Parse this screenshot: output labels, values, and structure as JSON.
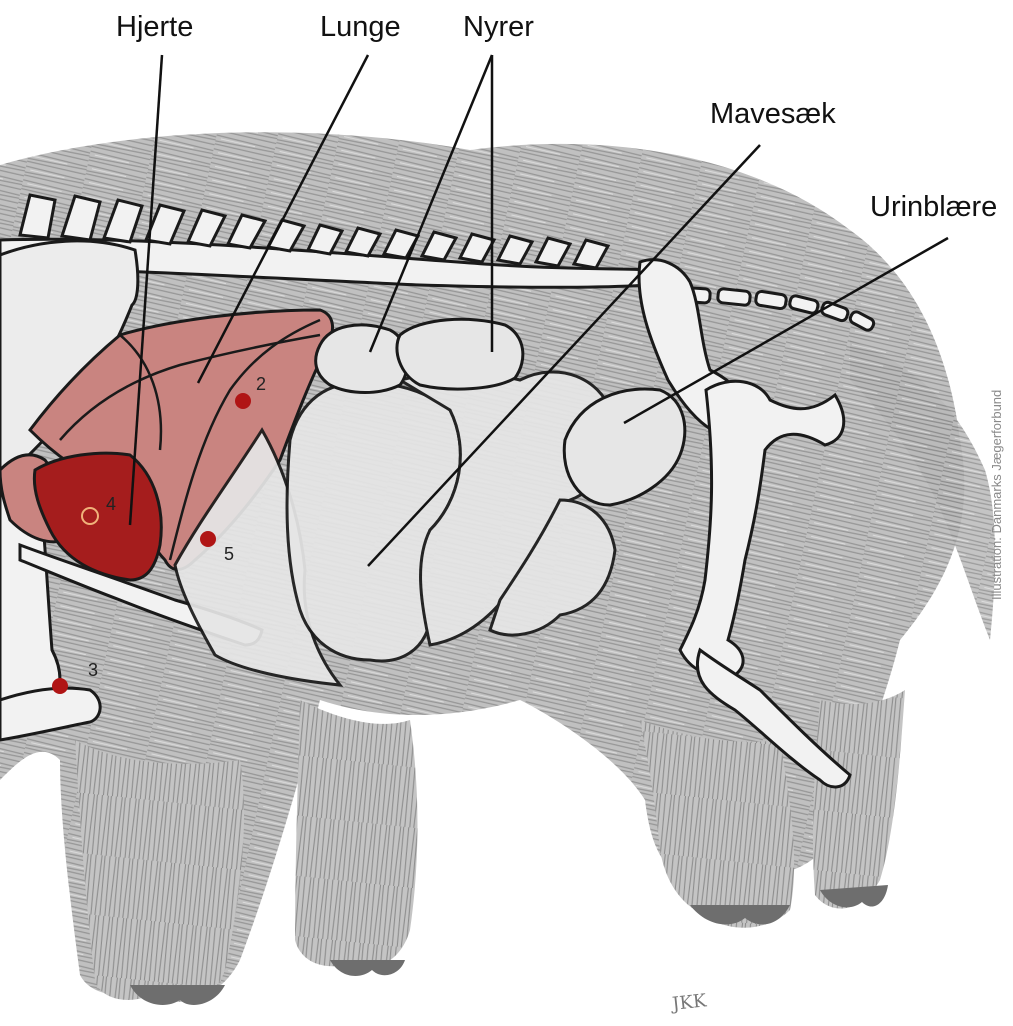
{
  "labels": {
    "heart": "Hjerte",
    "lung": "Lunge",
    "kidneys": "Nyrer",
    "stomach": "Mavesæk",
    "bladder": "Urinblære"
  },
  "markers": [
    {
      "number": "2"
    },
    {
      "number": "3"
    },
    {
      "number": "4"
    },
    {
      "number": "5"
    }
  ],
  "credit": "Illustration: Danmarks Jægerforbund",
  "signature": "JKK",
  "colors": {
    "fur": "#8f8f8f",
    "organ_fill": "#e6e6e6",
    "bone_fill": "#f2f2f2",
    "lung": "#c98480",
    "heart": "#a51d1d",
    "marker": "#b01515",
    "outline": "#1a1a1a"
  }
}
